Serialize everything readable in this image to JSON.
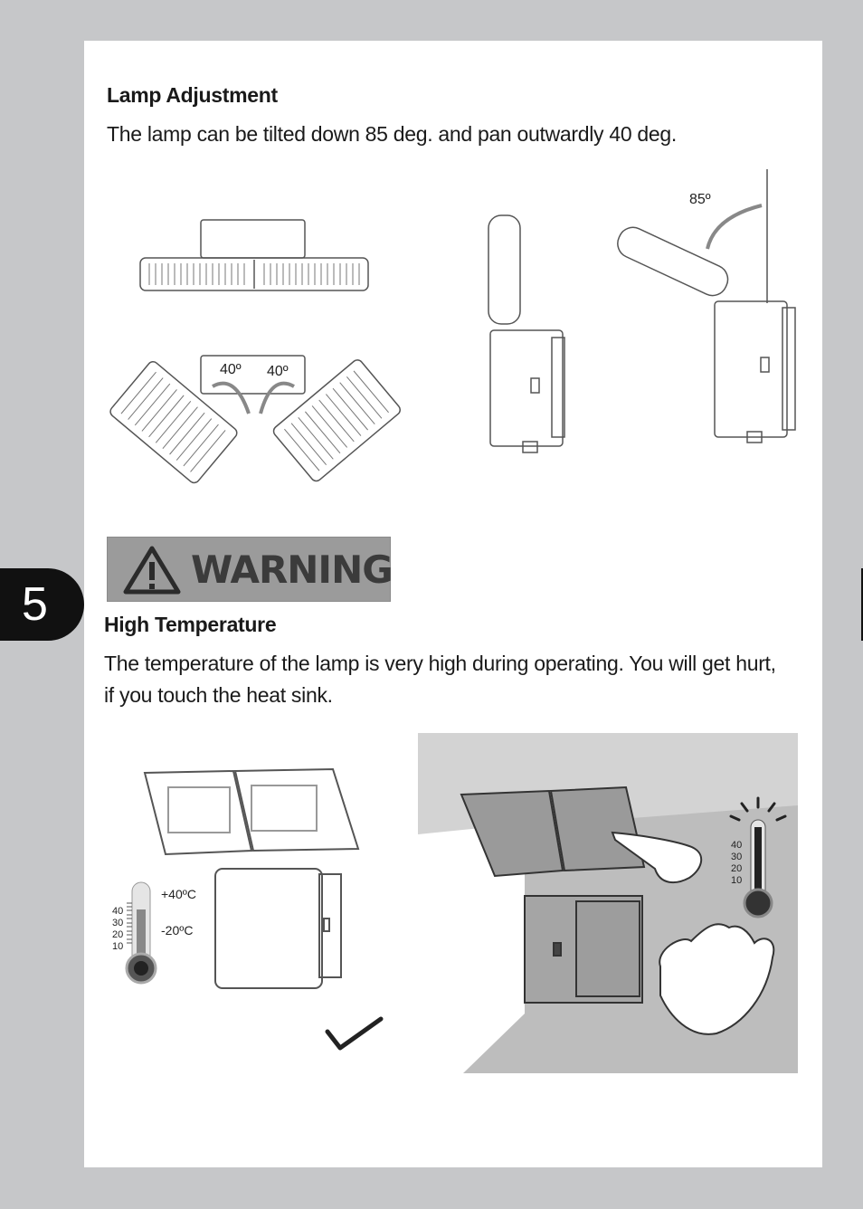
{
  "page_number": "5",
  "lamp_adjustment": {
    "heading": "Lamp Adjustment",
    "description": "The lamp can be tilted down 85 deg. and pan outwardly 40 deg.",
    "pan_left_label": "40º",
    "pan_right_label": "40º",
    "tilt_label": "85º"
  },
  "warning": {
    "banner_text": "WARNING",
    "heading": "High Temperature",
    "line1": "The temperature of the lamp is very high during operating. You will get hurt,",
    "line2": "if you touch the heat sink."
  },
  "thermometer_left": {
    "scale": [
      "40",
      "30",
      "20",
      "10"
    ],
    "max_label": "+40ºC",
    "min_label": "-20ºC"
  },
  "thermometer_right": {
    "scale": [
      "40",
      "30",
      "20",
      "10"
    ]
  }
}
